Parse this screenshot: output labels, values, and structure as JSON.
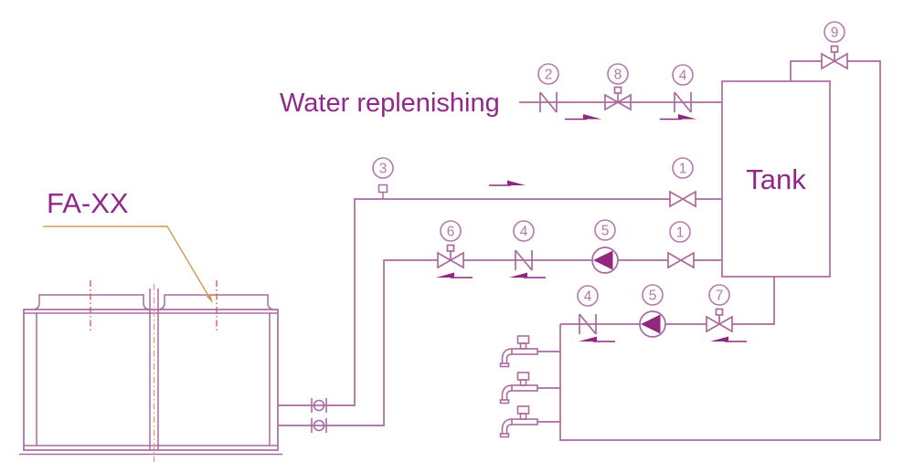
{
  "diagram": {
    "labels": {
      "water_replenishing": "Water replenishing",
      "unit_tag": "FA-XX",
      "tank": "Tank"
    },
    "tags": [
      "2",
      "8",
      "4",
      "9",
      "3",
      "1",
      "6",
      "4",
      "5",
      "1",
      "4",
      "5",
      "7"
    ],
    "symbols": {
      "check_valve": "n-check-valve",
      "stem_valve": "globe-valve-with-stem",
      "gate_valve": "bowtie-valve",
      "pump": "circle-pump-left",
      "union": "flexible-union",
      "faucet": "tap-faucet",
      "sensor": "instrument-tap"
    },
    "colors": {
      "line": "#ab6a9e",
      "tag": "#b579a9",
      "fill": "#93267f",
      "text": "#92278b",
      "leader": "#cf9a55",
      "centerline": "#d0604f",
      "centerline_mid": "#dfa188"
    }
  }
}
